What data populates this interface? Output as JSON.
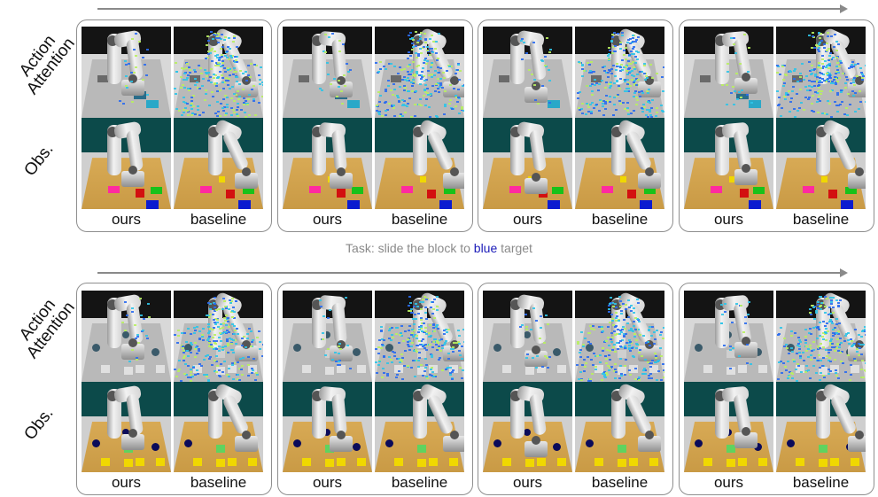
{
  "figure": {
    "row_labels": {
      "attention": "Action\nAttention",
      "observation": "Obs."
    },
    "column_labels": [
      "ours",
      "baseline"
    ],
    "timeline_arrow": "time-progress-arrow",
    "sections": [
      {
        "id": "task-slide-block",
        "caption": {
          "prefix": "Task: slide the block to ",
          "highlight": "blue",
          "suffix": " target",
          "highlight_color": "#1a1ab8"
        },
        "scene": "slide-block",
        "timesteps": 4
      },
      {
        "id": "task-stack-blocks",
        "caption": null,
        "scene": "blocks",
        "timesteps": 4
      }
    ]
  },
  "colors": {
    "panel_border": "#8e8e8e",
    "arrow": "#8a8a8a",
    "caption_text": "#8a8a8a",
    "attention_wall": "#141414",
    "attention_floor": "#b9b9b9",
    "obs_wall": "#0c4a4a",
    "obs_floor": "#d9a950",
    "attention_speck": "#2fc4e8",
    "target_pink": "#ff2aa0",
    "target_green": "#18c21a",
    "target_blue": "#0b1bd0",
    "block_red": "#d31010",
    "block_yellow": "#f0d800",
    "sphere_navy": "#0b0b5a"
  }
}
